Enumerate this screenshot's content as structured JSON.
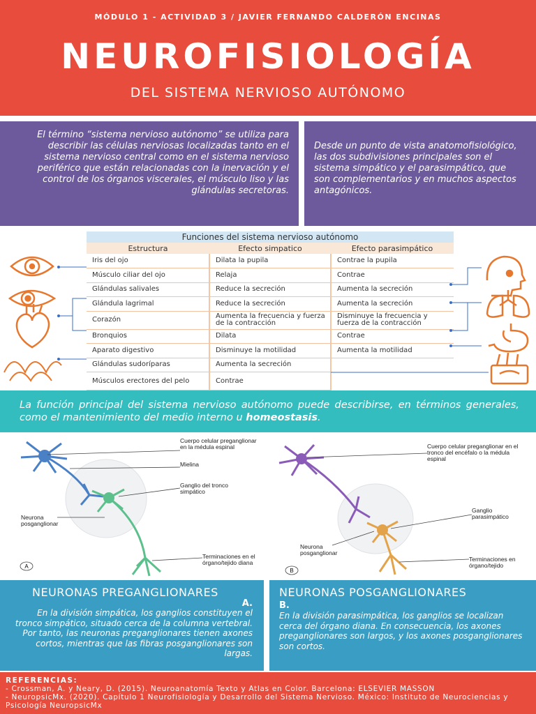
{
  "header": {
    "module": "MÓDULO 1 - ACTIVIDAD 3 / JAVIER FERNANDO CALDERÓN ENCINAS",
    "title": "NEUROFISIOLOGÍA",
    "subtitle": "DEL SISTEMA NERVIOSO AUTÓNOMO"
  },
  "intro": {
    "left": "El término “sistema nervioso autónomo” se utiliza para describir las células nerviosas localizadas tanto en el sistema nervioso central como en el sistema nervioso periférico que están relacionadas con la inervación y el control de los órganos viscerales, el músculo liso y las glándulas secretoras.",
    "right": "Desde un punto de vista anatomofisiológico, las dos subdivisiones principales son el sistema simpático y el parasimpático, que son complementarios y en muchos aspectos antagónicos."
  },
  "table": {
    "title": "Funciones del sistema nervioso autónomo",
    "headers": [
      "Estructura",
      "Efecto simpatico",
      "Efecto parasimpático"
    ],
    "rows": [
      [
        "Iris del ojo",
        "Dilata la pupila",
        "Contrae la pupila"
      ],
      [
        "Músculo ciliar del ojo",
        "Relaja",
        "Contrae"
      ],
      [
        "Glándulas salivales",
        "Reduce la secreción",
        "Aumenta la secreción"
      ],
      [
        "Glándula lagrimal",
        "Reduce la secreción",
        "Aumenta la secreción"
      ],
      [
        "Corazón",
        "Aumenta la frecuencia y fuerza de la contracción",
        "Disminuye la frecuencia y fuerza de la contracción"
      ],
      [
        "Bronquios",
        "Dilata",
        "Contrae"
      ],
      [
        "Aparato digestivo",
        "Disminuye la motilidad",
        "Aumenta la motilidad"
      ],
      [
        "Glándulas sudoríparas",
        "Aumenta la secreción",
        ""
      ],
      [
        "Músculos erectores del pelo",
        "Contrae",
        ""
      ]
    ]
  },
  "homeostasis": {
    "text": "La función principal del sistema nervioso autónomo puede describirse, en términos generales, como el mantenimiento del medio interno u ",
    "bold": "homeostasis",
    "end": "."
  },
  "diagram": {
    "a": {
      "label_cell": "Cuerpo celular preganglionar en la médula espinal",
      "label_myelin": "Mielina",
      "label_ganglion": "Ganglio del tronco simpático",
      "label_neuron": "Neurona posganglionar",
      "label_endings": "Terminaciones en el órgano/tejido diana",
      "letter": "A"
    },
    "b": {
      "label_cell": "Cuerpo celular preganglionar en el tronco del encéfalo o la médula espinal",
      "label_ganglion": "Ganglio parasimpático",
      "label_neuron": "Neurona posganglionar",
      "label_endings": "Terminaciones en órgano/tejido",
      "letter": "B"
    }
  },
  "cards": {
    "a": {
      "title": "NEURONAS PREGANGLIONARES",
      "tag": "A.",
      "text": "En la división simpática, los ganglios constituyen el tronco simpático, situado cerca de la columna vertebral. Por tanto, las neuronas preganglionares tienen axones cortos, mientras que las fibras posganglionares son largas."
    },
    "b": {
      "title": "NEURONAS POSGANGLIONARES",
      "tag": "B.",
      "text": "En la división parasimpática, los ganglios se localizan cerca del órgano diana. En consecuencia, los axones preganglionares son largos, y los axones posganglionares son cortos."
    }
  },
  "references": {
    "heading": "REFERENCIAS:",
    "items": [
      "- Crossman, A. y Neary, D. (2015). Neuroanatomía Texto y Atlas en Color. Barcelona: ELSEVIER MASSON",
      "- NeuropsicMx. (2020). Capítulo 1 Neurofisiología y Desarrollo del Sistema Nervioso. México: Instituto de Neurociencias y Psicología NeuropsicMx"
    ]
  },
  "colors": {
    "header": "#e84c3d",
    "intro": "#6d5a9c",
    "homeostasis": "#33bdbf",
    "cards": "#3a9dc3",
    "organ_icons": "#e8772e",
    "connector": "#3a6fc4"
  },
  "icons": [
    "eye-icon",
    "eye-side-icon",
    "heart-icon",
    "skin-glands-icon",
    "head-saliva-icon",
    "lungs-icon",
    "stomach-icon",
    "hair-follicle-icon"
  ]
}
